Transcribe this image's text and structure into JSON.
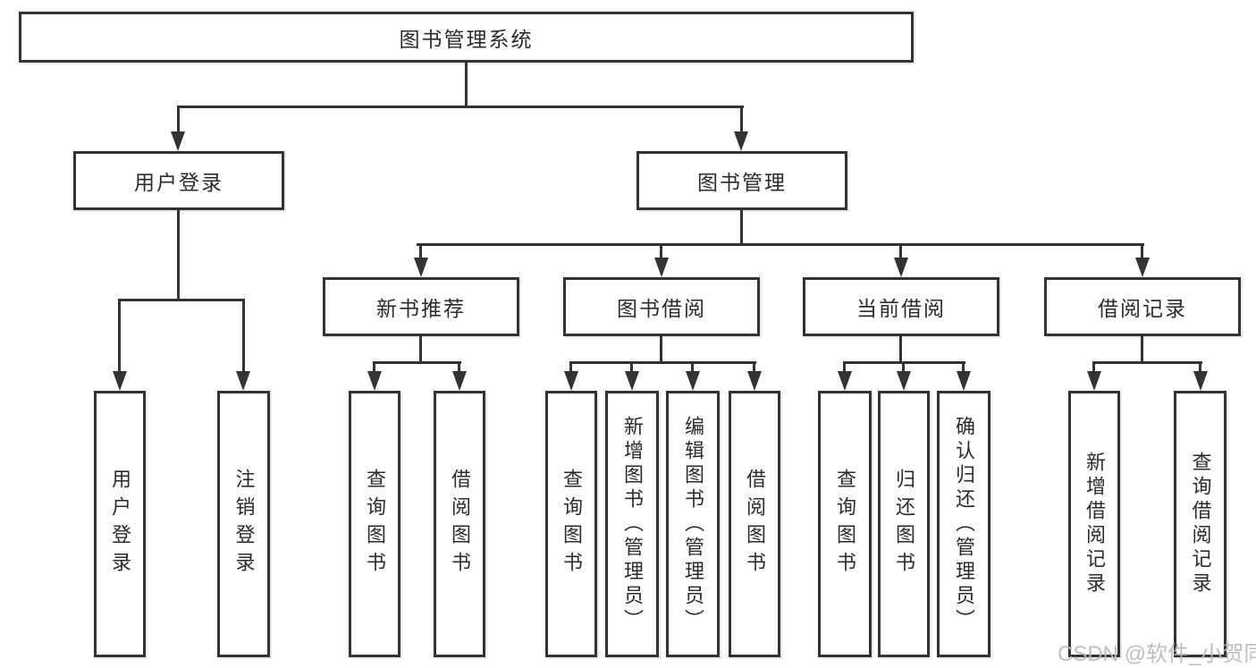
{
  "colors": {
    "line": "#333333",
    "box_fill": "#ffffff",
    "text": "#2b2b2b",
    "watermark": "#b9b9b9"
  },
  "root": {
    "label": "图书管理系统"
  },
  "level2": [
    {
      "label": "用户登录"
    },
    {
      "label": "图书管理"
    }
  ],
  "level3": [
    {
      "label": "新书推荐"
    },
    {
      "label": "图书借阅"
    },
    {
      "label": "当前借阅"
    },
    {
      "label": "借阅记录"
    }
  ],
  "leaves": [
    {
      "label": "用户登录"
    },
    {
      "label": "注销登录"
    },
    {
      "label": "查询图书"
    },
    {
      "label": "借阅图书"
    },
    {
      "label": "查询图书"
    },
    {
      "label": "新增图书（管理员）"
    },
    {
      "label": "编辑图书（管理员）"
    },
    {
      "label": "借阅图书"
    },
    {
      "label": "查询图书"
    },
    {
      "label": "归还图书"
    },
    {
      "label": "确认归还（管理员）"
    },
    {
      "label": "新增借阅记录"
    },
    {
      "label": "查询借阅记录"
    }
  ],
  "watermark": "CSDN @软件_小贺同学"
}
